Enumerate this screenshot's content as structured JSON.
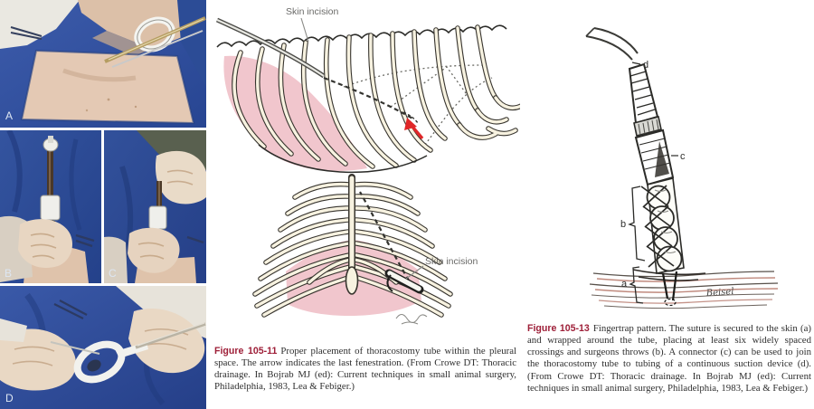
{
  "page": {
    "kind": "textbook-page",
    "background": "#ffffff"
  },
  "photo_panels": {
    "a": "A",
    "b": "B",
    "c": "C",
    "d": "D"
  },
  "figure_105_11": {
    "skin_incision_top": "Skin incision",
    "skin_incision_bottom": "Skin incision",
    "caption_label": "Figure 105-11",
    "caption_body": "Proper placement of thoracostomy tube within the pleural space. The arrow indicates the last fenestration. (From Crowe DT: Thoracic drainage. In Bojrab MJ (ed): Current techniques in small animal surgery, Philadelphia, 1983, Lea & Febiger.)"
  },
  "figure_105_13": {
    "part_labels": {
      "a": "a",
      "b": "b",
      "c": "c",
      "d": "d"
    },
    "signature": "Beisel",
    "caption_label": "Figure 105-13",
    "caption_body": "Fingertrap pattern. The suture is secured to the skin (a) and wrapped around the tube, placing at least six widely spaced crossings and surgeons throws (b). A connector (c) can be used to join the thoracostomy tube to tubing of a continuous suction device (d). (From Crowe DT: Thoracic drainage. In Bojrab MJ (ed): Current techniques in small animal surgery, Philadelphia, 1983, Lea & Febiger.)"
  },
  "colors": {
    "caption_label_maroon": "#9e1f38",
    "caption_text": "#2f2f2f",
    "pleura_pink": "#f1c6cd",
    "bone_cream": "#f7f2e0",
    "arrow_red": "#e02728",
    "drape_blue": "#33549c",
    "skin_tone": "#e2c6b2",
    "diagram_label_gray": "#6a6a68"
  }
}
